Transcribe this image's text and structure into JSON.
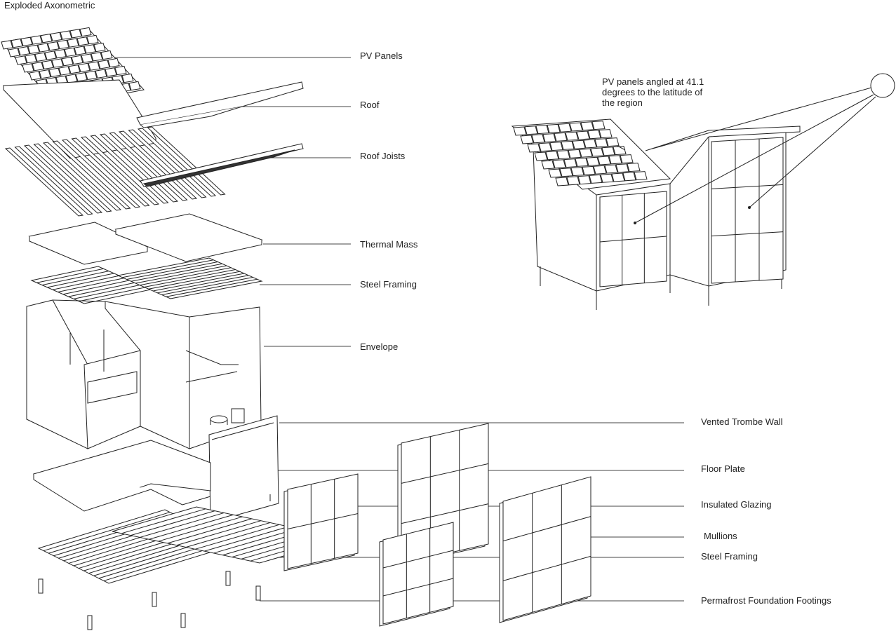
{
  "title": "Exploded Axonometric",
  "labels": {
    "pv_panels": "PV Panels",
    "roof": "Roof",
    "roof_joists": "Roof Joists",
    "thermal_mass": "Thermal Mass",
    "steel_framing_top": "Steel Framing",
    "envelope": "Envelope",
    "vented_trombe_wall": "Vented Trombe Wall",
    "floor_plate": "Floor Plate",
    "insulated_glazing": "Insulated Glazing",
    "mullions": "Mullions",
    "steel_framing_bottom": "Steel Framing",
    "permafrost_footings": "Permafrost Foundation Footings"
  },
  "annotation": {
    "line1": "PV panels angled at 41.1",
    "line2": "degrees to the latitude of",
    "line3": "the region"
  },
  "colors": {
    "line": "#222222",
    "fill": "#ffffff",
    "dark": "#333333"
  }
}
